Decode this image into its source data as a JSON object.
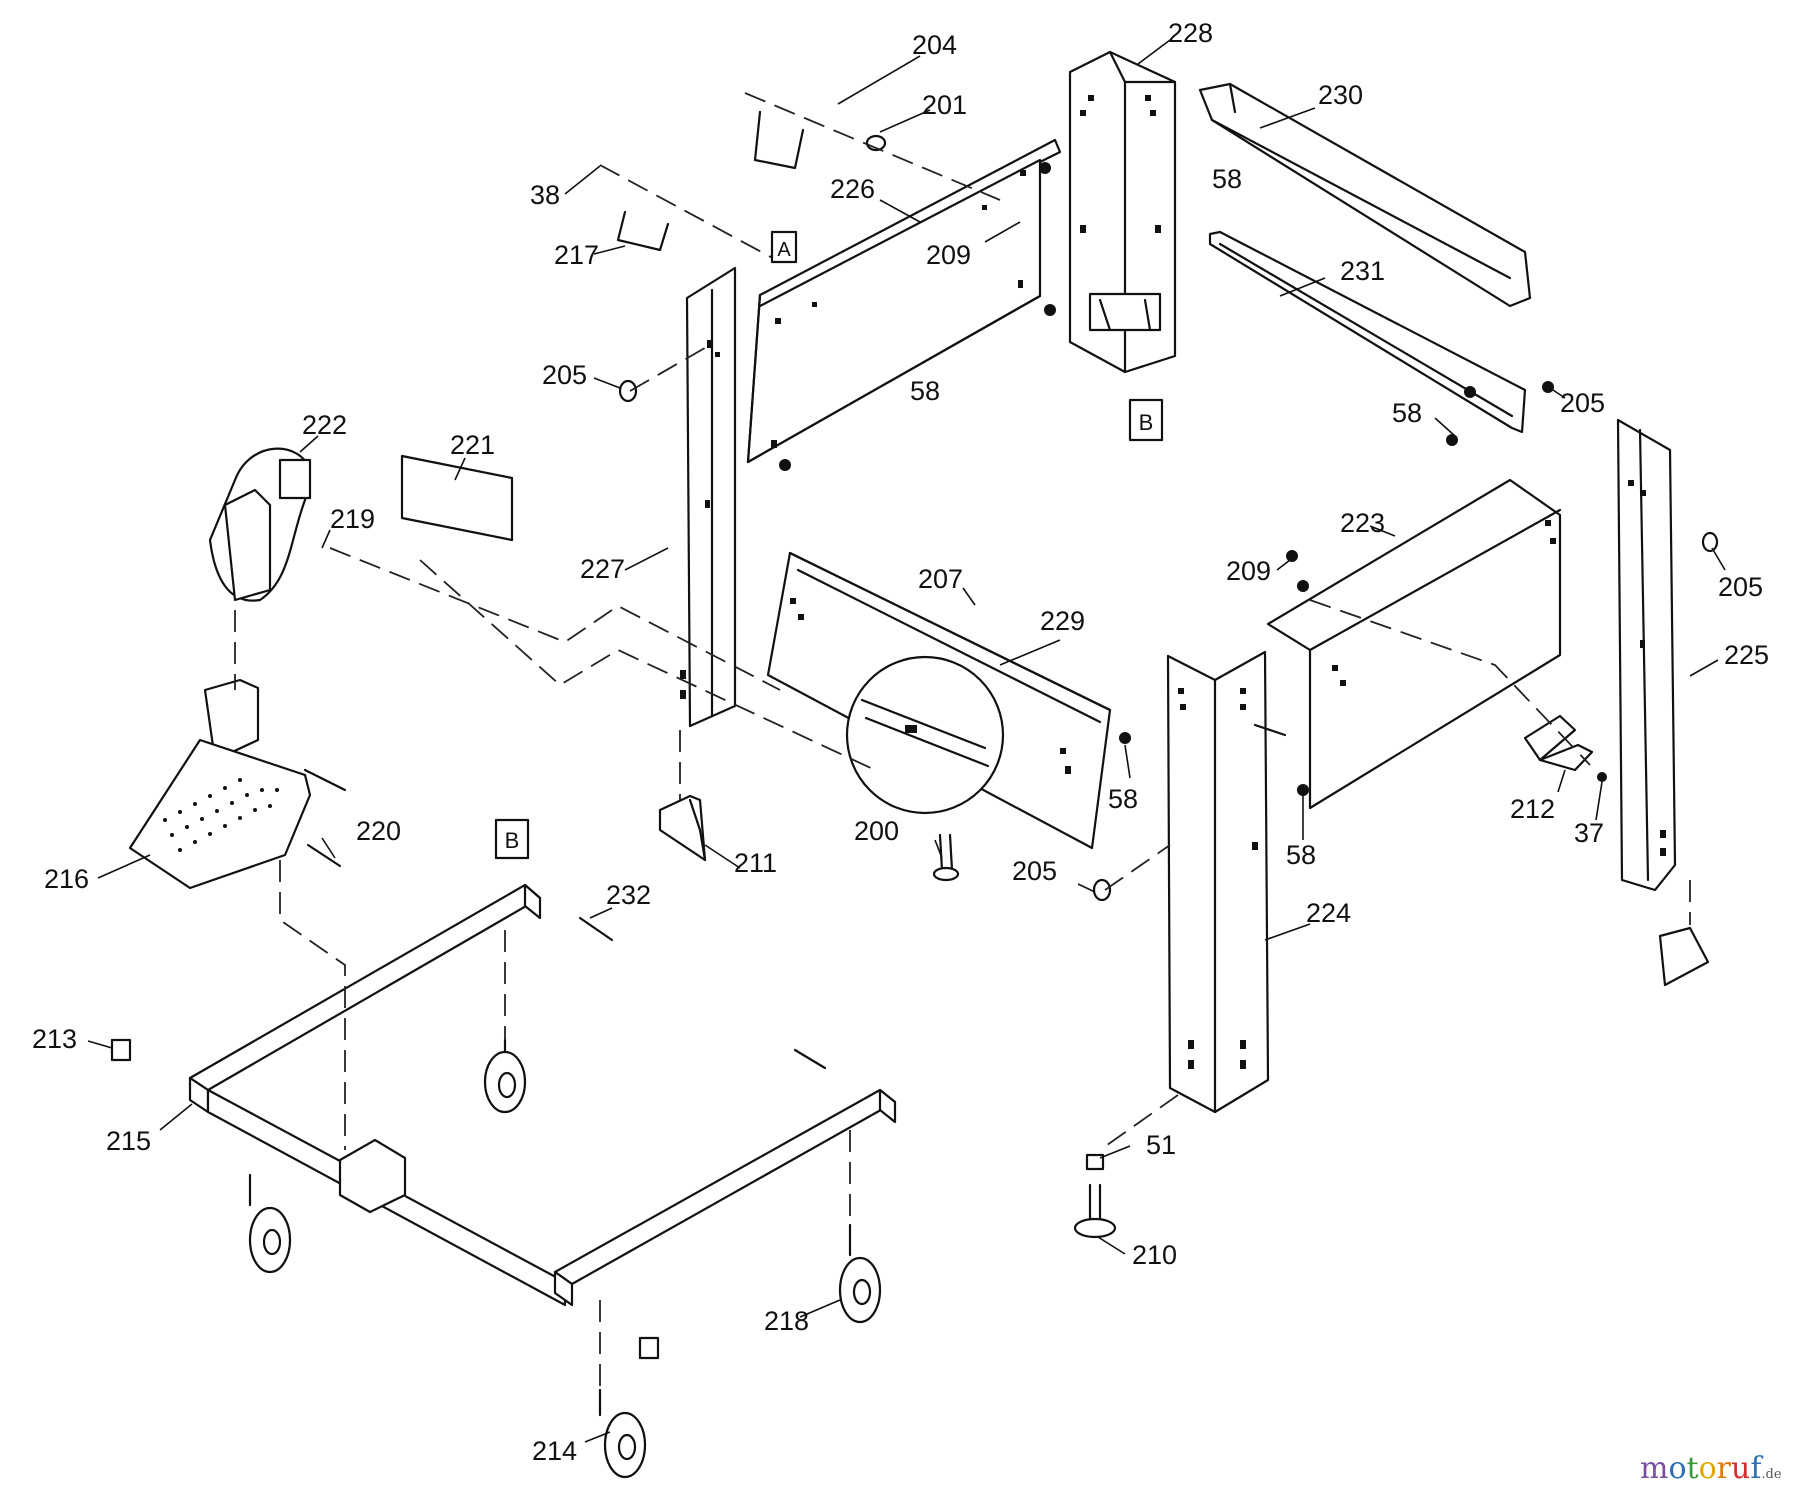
{
  "diagram": {
    "callouts": [
      {
        "id": "204",
        "text": "204"
      },
      {
        "id": "228",
        "text": "228"
      },
      {
        "id": "201",
        "text": "201"
      },
      {
        "id": "230",
        "text": "230"
      },
      {
        "id": "58a",
        "text": "58"
      },
      {
        "id": "38",
        "text": "38"
      },
      {
        "id": "226",
        "text": "226"
      },
      {
        "id": "217",
        "text": "217"
      },
      {
        "id": "209a",
        "text": "209"
      },
      {
        "id": "231",
        "text": "231"
      },
      {
        "id": "205a",
        "text": "205"
      },
      {
        "id": "58b",
        "text": "58"
      },
      {
        "id": "58c",
        "text": "58"
      },
      {
        "id": "205b",
        "text": "205"
      },
      {
        "id": "222",
        "text": "222"
      },
      {
        "id": "221",
        "text": "221"
      },
      {
        "id": "219",
        "text": "219"
      },
      {
        "id": "223",
        "text": "223"
      },
      {
        "id": "227",
        "text": "227"
      },
      {
        "id": "207",
        "text": "207"
      },
      {
        "id": "209b",
        "text": "209"
      },
      {
        "id": "205c",
        "text": "205"
      },
      {
        "id": "229",
        "text": "229"
      },
      {
        "id": "225",
        "text": "225"
      },
      {
        "id": "58d",
        "text": "58"
      },
      {
        "id": "212",
        "text": "212"
      },
      {
        "id": "220",
        "text": "220"
      },
      {
        "id": "200",
        "text": "200"
      },
      {
        "id": "37",
        "text": "37"
      },
      {
        "id": "211",
        "text": "211"
      },
      {
        "id": "58e",
        "text": "58"
      },
      {
        "id": "216",
        "text": "216"
      },
      {
        "id": "205d",
        "text": "205"
      },
      {
        "id": "232",
        "text": "232"
      },
      {
        "id": "224",
        "text": "224"
      },
      {
        "id": "213",
        "text": "213"
      },
      {
        "id": "215",
        "text": "215"
      },
      {
        "id": "51",
        "text": "51"
      },
      {
        "id": "210",
        "text": "210"
      },
      {
        "id": "218",
        "text": "218"
      },
      {
        "id": "214",
        "text": "214"
      }
    ],
    "reference_tags": [
      {
        "id": "tag-a",
        "text": "A"
      },
      {
        "id": "tag-b-upper",
        "text": "B"
      },
      {
        "id": "tag-b-lower",
        "text": "B"
      }
    ]
  },
  "watermark": {
    "letters": [
      {
        "char": "m",
        "color": "#7b4fa0"
      },
      {
        "char": "o",
        "color": "#2f6fb3"
      },
      {
        "char": "t",
        "color": "#3a9a3a"
      },
      {
        "char": "o",
        "color": "#e0a800"
      },
      {
        "char": "r",
        "color": "#e07b00"
      },
      {
        "char": "u",
        "color": "#d22f2f"
      },
      {
        "char": "f",
        "color": "#2f6fb3"
      }
    ],
    "suffix": ".de"
  }
}
